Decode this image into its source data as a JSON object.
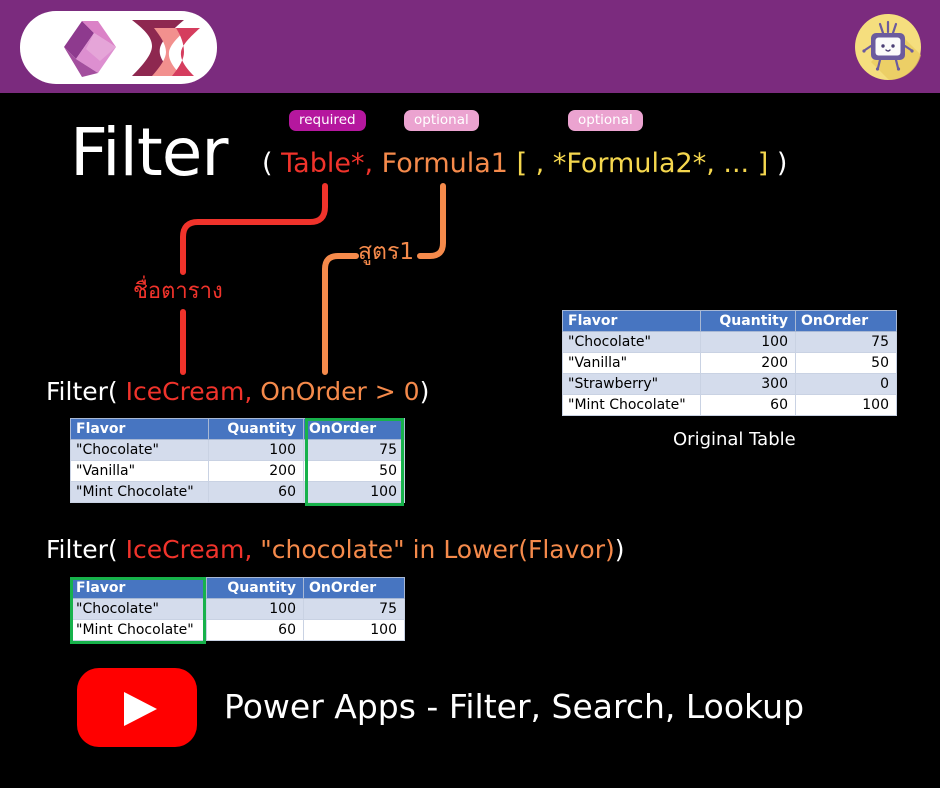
{
  "theme": {
    "background": "#000000",
    "header_purple": "#7B2B7E",
    "red": "#F0332B",
    "orange": "#F58A4B",
    "yellow": "#F5D74E",
    "white": "#FFFFFF",
    "badge_required_bg": "#B5179E",
    "badge_optional_bg": "#EBA3D0",
    "table_header_blue": "#4775C1",
    "table_band": "#D4DCEC",
    "highlight_green": "#17B24B",
    "youtube_red": "#FF0000",
    "mascot_circle": "#F5DE7E"
  },
  "header": {
    "logo_name": "power-platform-logo",
    "mascot_name": "robot-tv-mascot"
  },
  "signature": {
    "function_name": "Filter",
    "badges": [
      {
        "label": "required",
        "kind": "required"
      },
      {
        "label": "optional",
        "kind": "optional"
      },
      {
        "label": "optional",
        "kind": "optional"
      }
    ],
    "parts": [
      {
        "text": "(",
        "color": "white"
      },
      {
        "text": " Table*,",
        "color": "red"
      },
      {
        "text": " Formula1",
        "color": "orange"
      },
      {
        "text": " [ , *Formula2*, ... ]",
        "color": "yellow"
      },
      {
        "text": " )",
        "color": "white"
      }
    ]
  },
  "annotations": {
    "table_name_label": "ชื่อตาราง",
    "formula_label": "สูตร1"
  },
  "examples": [
    {
      "id": "example-1",
      "parts": [
        {
          "text": "Filter(",
          "color": "white"
        },
        {
          "text": " IceCream,",
          "color": "red"
        },
        {
          "text": " OnOrder > 0",
          "color": "orange"
        },
        {
          "text": ")",
          "color": "white"
        }
      ],
      "highlight_column": "OnOrder",
      "table": {
        "columns": [
          "Flavor",
          "Quantity",
          "OnOrder"
        ],
        "rows": [
          [
            "\"Chocolate\"",
            "100",
            "75"
          ],
          [
            "\"Vanilla\"",
            "200",
            "50"
          ],
          [
            "\"Mint Chocolate\"",
            "60",
            "100"
          ]
        ]
      }
    },
    {
      "id": "example-2",
      "parts": [
        {
          "text": "Filter(",
          "color": "white"
        },
        {
          "text": " IceCream,",
          "color": "red"
        },
        {
          "text": " \"chocolate\" in Lower(Flavor)",
          "color": "orange"
        },
        {
          "text": ")",
          "color": "white"
        }
      ],
      "highlight_column": "Flavor",
      "table": {
        "columns": [
          "Flavor",
          "Quantity",
          "OnOrder"
        ],
        "rows": [
          [
            "\"Chocolate\"",
            "100",
            "75"
          ],
          [
            "\"Mint Chocolate\"",
            "60",
            "100"
          ]
        ]
      }
    }
  ],
  "original_table": {
    "caption": "Original Table",
    "columns": [
      "Flavor",
      "Quantity",
      "OnOrder"
    ],
    "rows": [
      [
        "\"Chocolate\"",
        "100",
        "75"
      ],
      [
        "\"Vanilla\"",
        "200",
        "50"
      ],
      [
        "\"Strawberry\"",
        "300",
        "0"
      ],
      [
        "\"Mint Chocolate\"",
        "60",
        "100"
      ]
    ]
  },
  "footer": {
    "play_icon": "play-triangle-icon",
    "video_title": "Power Apps - Filter, Search, Lookup"
  }
}
